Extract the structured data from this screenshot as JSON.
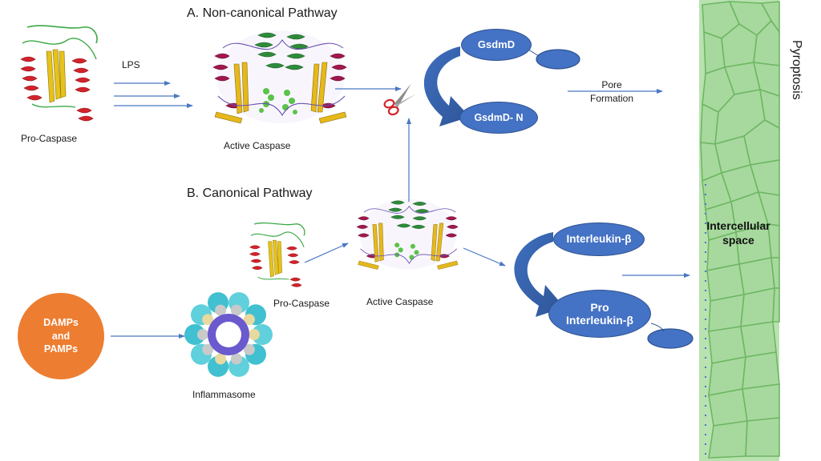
{
  "titles": {
    "non_canonical": "A. Non-canonical Pathway",
    "canonical": "B. Canonical Pathway"
  },
  "labels": {
    "lps": "LPS",
    "pro_caspase_top": "Pro-Caspase",
    "active_caspase_top": "Active Caspase",
    "pro_caspase_bottom": "Pro-Caspase",
    "active_caspase_bottom": "Active Caspase",
    "inflammasome": "Inflammasome",
    "pore_formation_line1": "Pore",
    "pore_formation_line2": "Formation",
    "pyroptosis": "Pyroptosis",
    "intercellular_line1": "Intercellular",
    "intercellular_line2": "space"
  },
  "nodes": {
    "gsdmd": "GsdmD",
    "gsdmd_n": "GsdmD- N",
    "interleukin_beta": "Interleukin-β",
    "pro_interleukin_line1": "Pro",
    "pro_interleukin_line2": "Interleukin-β",
    "damps_line1": "DAMPs",
    "damps_line2": "and",
    "damps_line3": "PAMPs"
  },
  "icons": {
    "scissors": "scissors-icon",
    "protein": "protein-structure-icon",
    "inflammasome": "inflammasome-ring-icon",
    "cells": "cell-membrane-icon"
  },
  "colors": {
    "node_blue": "#4472c4",
    "arrow_blue": "#4a78c2",
    "circle_orange": "#ed7d31",
    "cell_green": "#a9d8a0",
    "cell_border": "#6fb664"
  }
}
